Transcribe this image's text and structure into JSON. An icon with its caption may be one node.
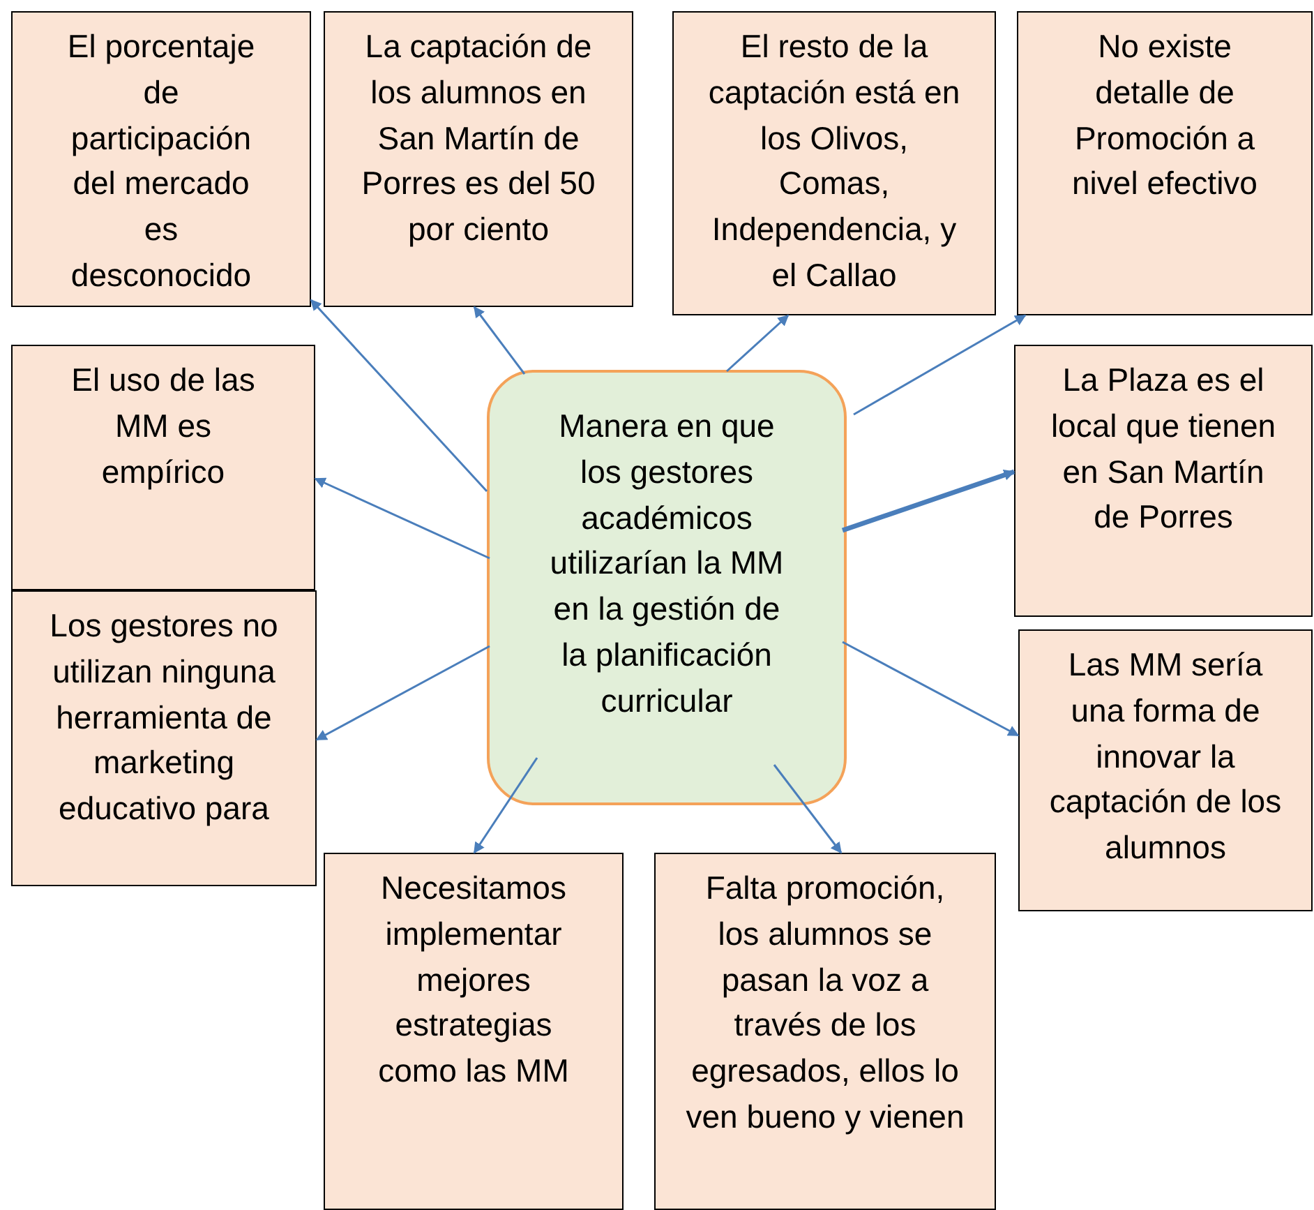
{
  "diagram": {
    "nodes": [
      {
        "text": [
          "El porcentaje de participación del mercado es desconocido"
        ]
      },
      {
        "text": [
          "La captación de los alumnos en San Martín de Porres es del 50 por ciento"
        ]
      },
      {
        "text": [
          "El resto de la captación está en los Olivos, Comas, Independencia, y el Callao"
        ]
      },
      {
        "text": [
          "No existe detalle de Promoción a nivel efectivo"
        ]
      },
      {
        "text": [
          "El uso de las MM es empírico"
        ]
      },
      {
        "text": [
          "Manera en que los gestores académicos utilizarían la MM en la gestión de la planificación curricular"
        ]
      },
      {
        "text": [
          "La Plaza es el local que tienen en San Martín de Porres"
        ]
      },
      {
        "text": [
          "Los gestores no utilizan ninguna herramienta de marketing educativo para"
        ]
      },
      {
        "text": [
          "Las MM sería una forma de innovar la captación de los alumnos"
        ]
      },
      {
        "text": [
          "Necesitamos implementar mejores estrategias como las MM"
        ]
      },
      {
        "text": [
          "Falta promoción, los alumnos se pasan la voz a través de los egresados, ellos lo ven bueno y vienen"
        ]
      }
    ],
    "edges": [
      {
        "from": 5,
        "to": 0,
        "arrow": "to"
      },
      {
        "from": 5,
        "to": 1,
        "arrow": "to"
      },
      {
        "from": 5,
        "to": 2,
        "arrow": "to"
      },
      {
        "from": 5,
        "to": 3,
        "arrow": "to"
      },
      {
        "from": 5,
        "to": 4,
        "arrow": "to"
      },
      {
        "from": 5,
        "to": 6,
        "arrow": "to",
        "style": "thick"
      },
      {
        "from": 5,
        "to": 7,
        "arrow": "to"
      },
      {
        "from": 5,
        "to": 8,
        "arrow": "to"
      },
      {
        "from": 5,
        "to": 9,
        "arrow": "to"
      },
      {
        "from": 5,
        "to": 10,
        "arrow": "to"
      }
    ]
  }
}
